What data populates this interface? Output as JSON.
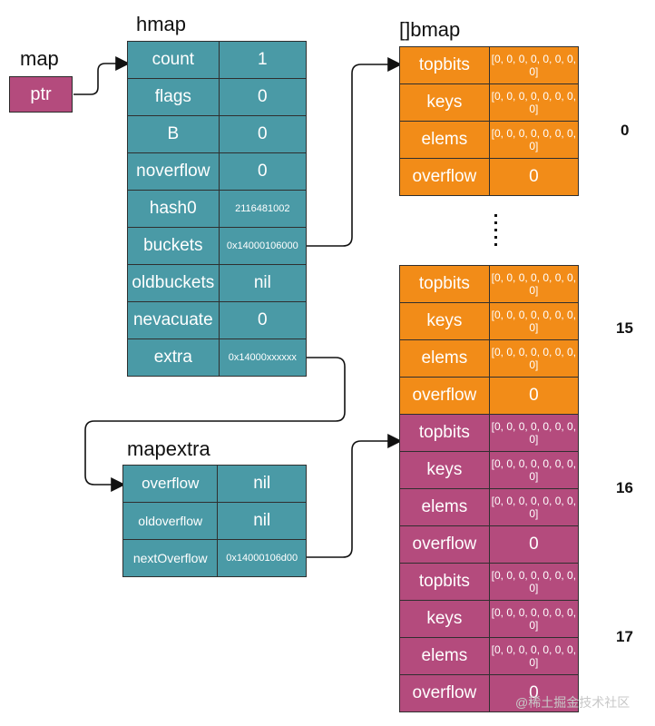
{
  "labels": {
    "map": "map",
    "hmap": "hmap",
    "bmap": "[]bmap",
    "mapextra": "mapextra",
    "ptr": "ptr"
  },
  "hmap": [
    {
      "name": "count",
      "value": "1"
    },
    {
      "name": "flags",
      "value": "0"
    },
    {
      "name": "B",
      "value": "0"
    },
    {
      "name": "noverflow",
      "value": "0"
    },
    {
      "name": "hash0",
      "value": "2116481002"
    },
    {
      "name": "buckets",
      "value": "0x14000106000"
    },
    {
      "name": "oldbuckets",
      "value": "nil"
    },
    {
      "name": "nevacuate",
      "value": "0"
    },
    {
      "name": "extra",
      "value": "0x14000xxxxxx"
    }
  ],
  "mapextra": [
    {
      "name": "overflow",
      "value": "nil"
    },
    {
      "name": "oldoverflow",
      "value": "nil"
    },
    {
      "name": "nextOverflow",
      "value": "0x14000106d00"
    }
  ],
  "bmap": {
    "fields": [
      "topbits",
      "keys",
      "elems",
      "overflow"
    ],
    "array_value": "[0, 0, 0, 0, 0, 0, 0, 0]",
    "overflow_value": "0",
    "indices": [
      "0",
      "15",
      "16",
      "17"
    ]
  },
  "colors": {
    "teal": "#4a9aa6",
    "orange": "#f28c18",
    "pink": "#b44b7d"
  },
  "watermark": "@稀土掘金技术社区"
}
